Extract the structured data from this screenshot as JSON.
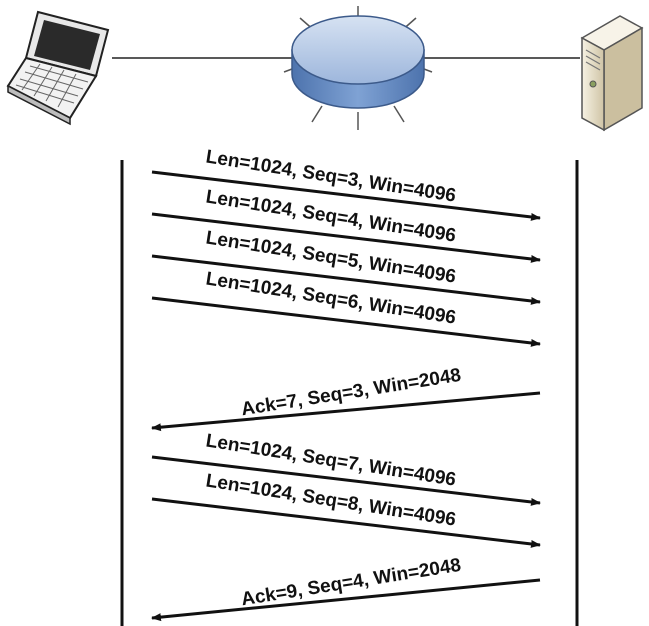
{
  "colors": {
    "line": "#111111",
    "router_top": "#b8cbe6",
    "router_side": "#5f86c0",
    "router_spokes": "#555555",
    "server_body": "#ece4cf",
    "laptop_body": "#f2f2f2",
    "laptop_screen": "#2a2a2a"
  },
  "icons": {
    "client": "laptop-icon",
    "router": "router-icon",
    "server": "server-icon"
  },
  "messages": [
    {
      "label": "Len=1024, Seq=3, Win=4096",
      "direction": "client-to-server"
    },
    {
      "label": "Len=1024, Seq=4, Win=4096",
      "direction": "client-to-server"
    },
    {
      "label": "Len=1024, Seq=5, Win=4096",
      "direction": "client-to-server"
    },
    {
      "label": "Len=1024, Seq=6, Win=4096",
      "direction": "client-to-server"
    },
    {
      "label": "Ack=7, Seq=3, Win=2048",
      "direction": "server-to-client"
    },
    {
      "label": "Len=1024, Seq=7, Win=4096",
      "direction": "client-to-server"
    },
    {
      "label": "Len=1024, Seq=8, Win=4096",
      "direction": "client-to-server"
    },
    {
      "label": "Ack=9, Seq=4, Win=2048",
      "direction": "server-to-client"
    }
  ]
}
